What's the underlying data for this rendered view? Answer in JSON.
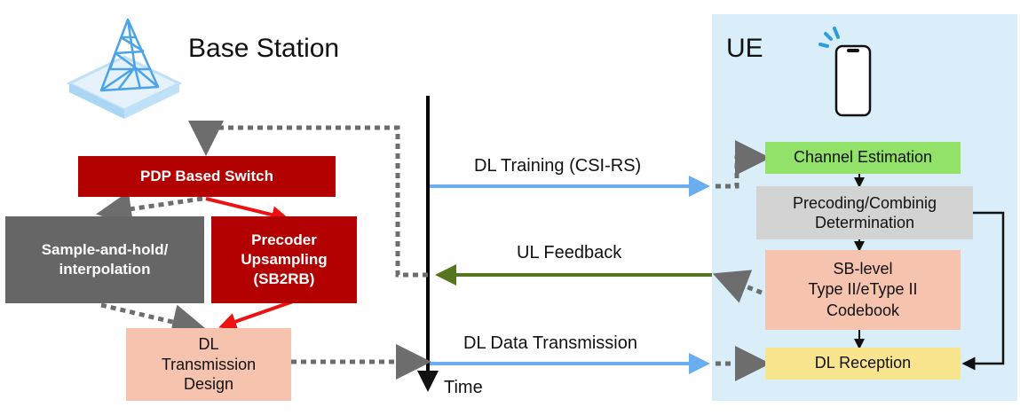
{
  "base_station": {
    "title": "Base Station"
  },
  "ue": {
    "title": "UE"
  },
  "bs_blocks": {
    "pdp_switch": "PDP Based Switch",
    "sample_hold": [
      "Sample-and-hold/",
      "interpolation"
    ],
    "precoder_upsampling": [
      "Precoder",
      "Upsampling",
      "(SB2RB)"
    ],
    "dl_design": [
      "DL",
      "Transmission",
      "Design"
    ]
  },
  "ue_blocks": {
    "channel_estimation": "Channel Estimation",
    "precoding_determination": [
      "Precoding/Combinig",
      "Determination"
    ],
    "codebook": [
      "SB-level",
      "Type II/eType II",
      "Codebook"
    ],
    "dl_reception": "DL Reception"
  },
  "signals": {
    "dl_training": "DL Training (CSI-RS)",
    "ul_feedback": "UL Feedback",
    "dl_data": "DL Data Transmission"
  },
  "timeline": {
    "label": "Time"
  },
  "colors": {
    "dark_red": "#b30000",
    "blue_arrow": "#6aaef0",
    "green_arrow": "#55761f",
    "red_arrow": "#ee1111",
    "dotted_grey": "#6d6d6d",
    "ue_background": "#d9eef8"
  },
  "icons": {
    "base_station": "base-station-tower-icon",
    "ue": "smartphone-icon"
  }
}
